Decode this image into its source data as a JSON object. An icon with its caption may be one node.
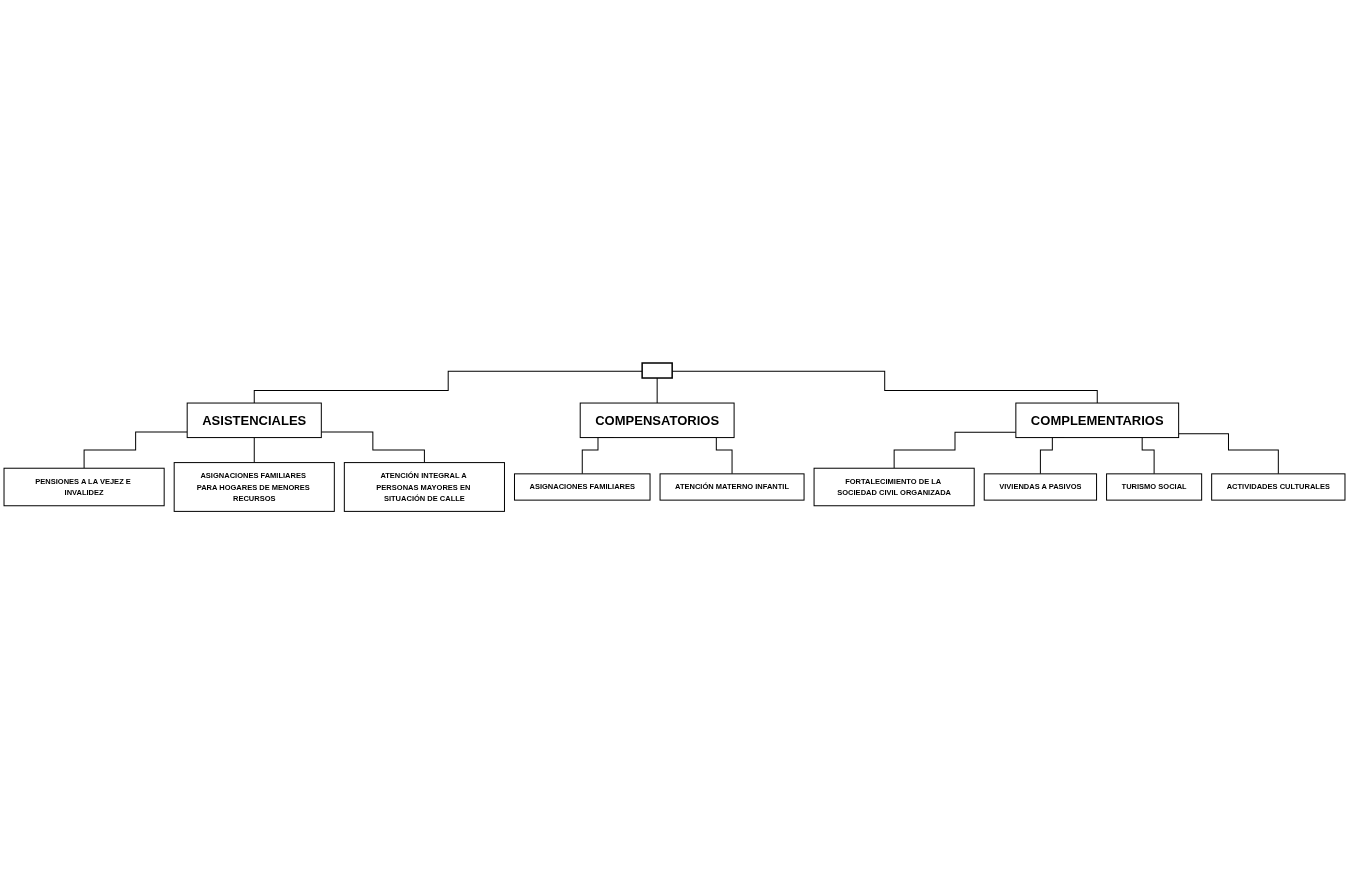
{
  "diagram": {
    "nodes": [
      {
        "text": [],
        "shape": "box"
      },
      {
        "text": [
          "ASISTENCIALES"
        ]
      },
      {
        "text": [
          "COMPENSATORIOS"
        ]
      },
      {
        "text": [
          "COMPLEMENTARIOS"
        ]
      },
      {
        "text": [
          "PENSIONES A LA VEJEZ E INVALIDEZ"
        ]
      },
      {
        "text": [
          "ASIGNACIONES FAMILIARES PARA HOGARES DE MENORES RECURSOS"
        ]
      },
      {
        "text": [
          "ATENCIÓN INTEGRAL A PERSONAS MAYORES EN SITUACIÓN DE CALLE"
        ]
      },
      {
        "text": [
          "ASIGNACIONES FAMILIARES"
        ]
      },
      {
        "text": [
          "ATENCIÓN MATERNO INFANTIL"
        ]
      },
      {
        "text": [
          "FORTALECIMIENTO DE LA SOCIEDAD CIVIL ORGANIZADA"
        ]
      },
      {
        "text": [
          "VIVIENDAS A PASIVOS"
        ]
      },
      {
        "text": [
          "TURISMO SOCIAL"
        ]
      },
      {
        "text": [
          "ACTIVIDADES CULTURALES"
        ]
      }
    ],
    "edges": [
      {
        "from": 0,
        "to": 1,
        "arrow": "none"
      },
      {
        "from": 0,
        "to": 2,
        "arrow": "none"
      },
      {
        "from": 0,
        "to": 3,
        "arrow": "none"
      },
      {
        "from": 1,
        "to": 4,
        "arrow": "none"
      },
      {
        "from": 1,
        "to": 5,
        "arrow": "none"
      },
      {
        "from": 1,
        "to": 6,
        "arrow": "none"
      },
      {
        "from": 2,
        "to": 7,
        "arrow": "none"
      },
      {
        "from": 2,
        "to": 8,
        "arrow": "none"
      },
      {
        "from": 3,
        "to": 9,
        "arrow": "none"
      },
      {
        "from": 3,
        "to": 10,
        "arrow": "none"
      },
      {
        "from": 3,
        "to": 11,
        "arrow": "none"
      },
      {
        "from": 3,
        "to": 12,
        "arrow": "none"
      }
    ]
  }
}
